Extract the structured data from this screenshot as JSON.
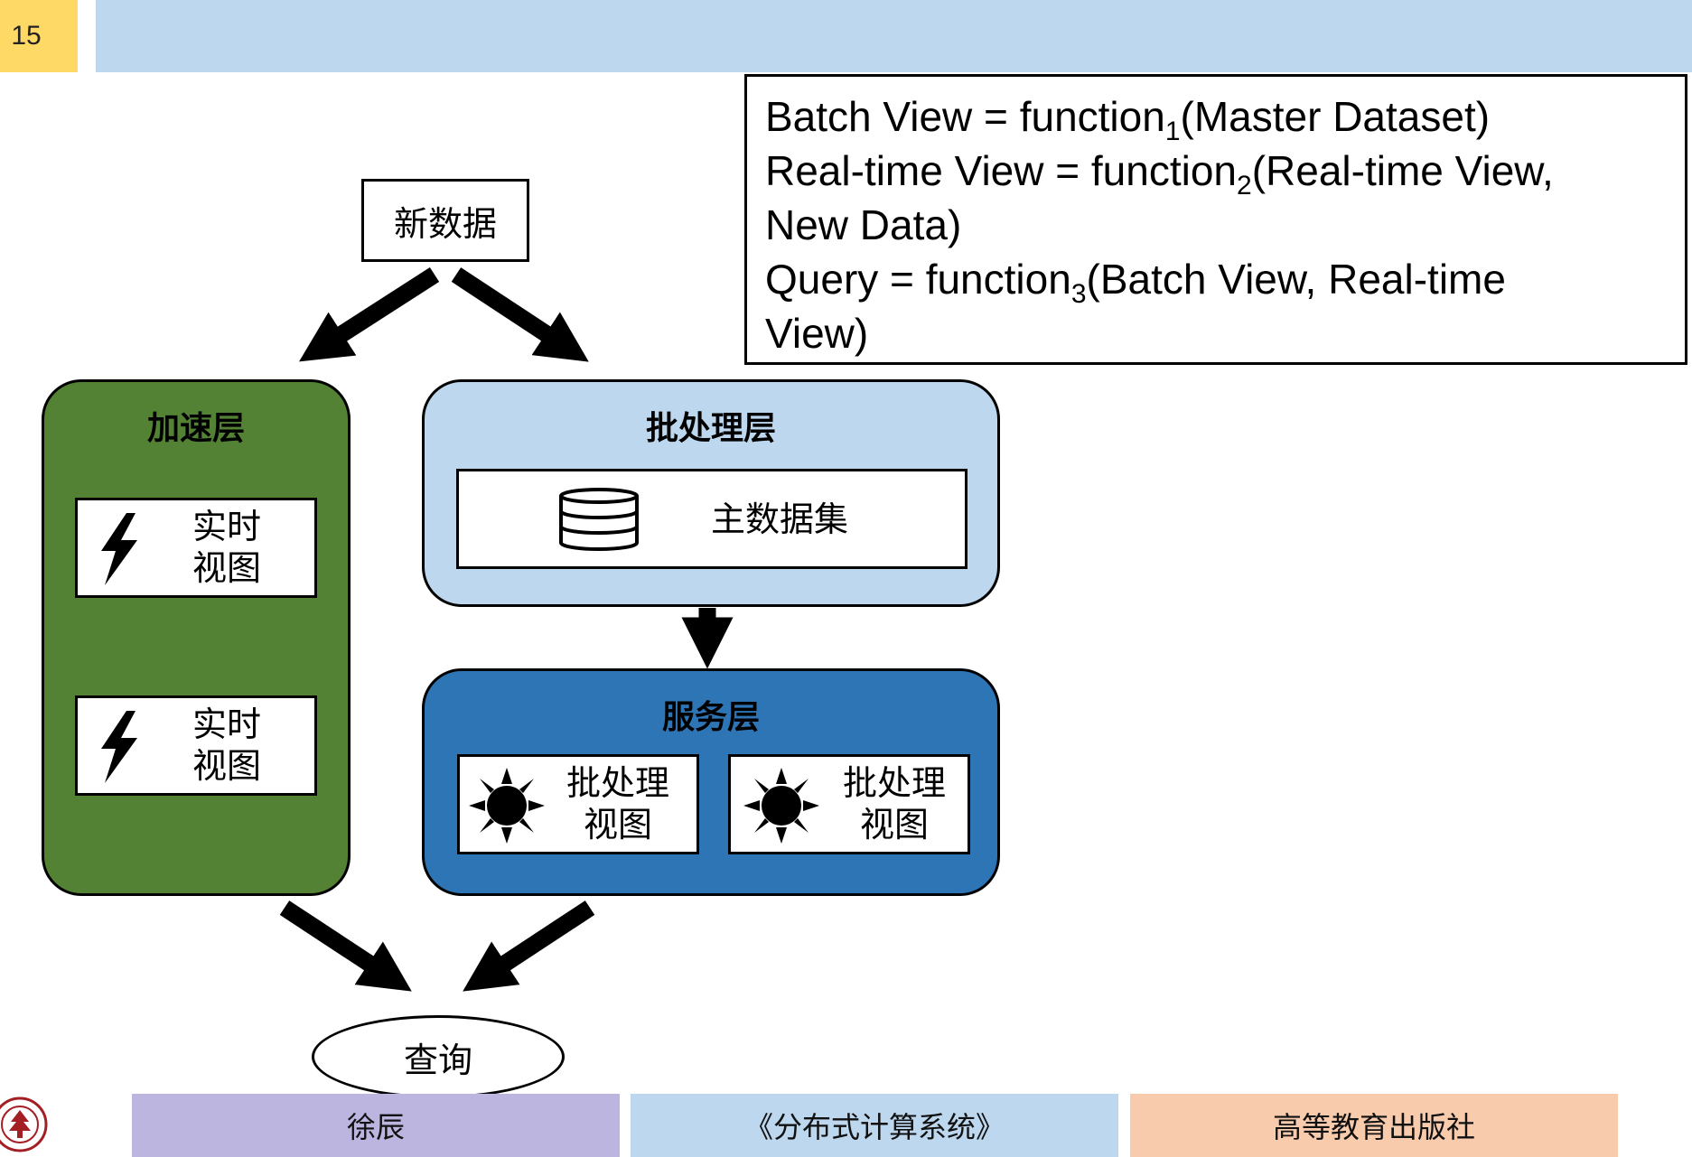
{
  "slide": {
    "page_number": "15"
  },
  "formulas": {
    "line1_prefix": "Batch View = function",
    "line1_sub": "1",
    "line1_suffix": "(Master Dataset)",
    "line2_prefix": "Real-time View = function",
    "line2_sub": "2",
    "line2_suffix": "(Real-time View,",
    "line3": "New Data)",
    "line4_prefix": "Query = function",
    "line4_sub": "3",
    "line4_suffix": "(Batch View, Real-time",
    "line5": "View)"
  },
  "diagram": {
    "new_data": "新数据",
    "speed_layer": {
      "title": "加速层",
      "views": [
        {
          "line1": "实时",
          "line2": "视图",
          "icon": "lightning-icon"
        },
        {
          "line1": "实时",
          "line2": "视图",
          "icon": "lightning-icon"
        }
      ]
    },
    "batch_layer": {
      "title": "批处理层",
      "master_dataset": "主数据集",
      "icon": "database-icon"
    },
    "serving_layer": {
      "title": "服务层",
      "views": [
        {
          "line1": "批处理",
          "line2": "视图",
          "icon": "sun-icon"
        },
        {
          "line1": "批处理",
          "line2": "视图",
          "icon": "sun-icon"
        }
      ]
    },
    "query": "查询"
  },
  "footer": {
    "author": "徐辰",
    "book": "《分布式计算系统》",
    "publisher": "高等教育出版社"
  },
  "colors": {
    "speed_layer": "#548235",
    "batch_layer": "#BDD7EE",
    "serving_layer": "#2E75B6",
    "footer_author": "#BBB5E0",
    "footer_book": "#BDD7EE",
    "footer_publisher": "#F8CBAD",
    "page_badge": "#FFD966",
    "title_band": "#BDD7EE"
  }
}
